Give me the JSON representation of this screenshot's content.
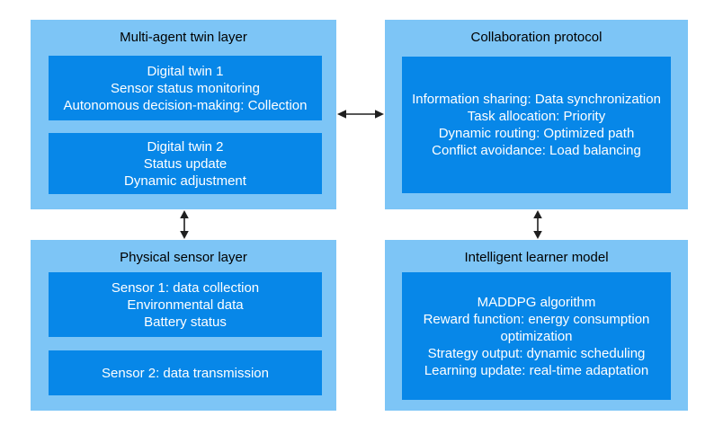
{
  "colors": {
    "container_bg": "#7DC5F6",
    "box_bg": "#0787E8",
    "box_text": "#FFFFFF",
    "title_text": "#000000",
    "arrow": "#1F1F1F",
    "page_bg": "#FFFFFF"
  },
  "panels": {
    "multi_agent": {
      "title": "Multi-agent twin layer",
      "boxes": [
        {
          "lines": [
            "Digital twin 1",
            "Sensor status monitoring",
            "Autonomous decision-making: Collection"
          ]
        },
        {
          "lines": [
            "Digital twin 2",
            "Status update",
            "Dynamic adjustment"
          ]
        }
      ]
    },
    "collaboration": {
      "title": "Collaboration protocol",
      "boxes": [
        {
          "lines": [
            "Information sharing: Data synchronization",
            "Task allocation: Priority",
            "Dynamic routing: Optimized path",
            "Conflict avoidance: Load balancing"
          ]
        }
      ]
    },
    "physical": {
      "title": "Physical sensor layer",
      "boxes": [
        {
          "lines": [
            "Sensor 1: data collection",
            "Environmental data",
            "Battery status"
          ]
        },
        {
          "lines": [
            "Sensor 2: data transmission"
          ]
        }
      ]
    },
    "learner": {
      "title": "Intelligent learner model",
      "boxes": [
        {
          "lines": [
            "MADDPG algorithm",
            "Reward function: energy consumption optimization",
            "Strategy output: dynamic scheduling",
            "Learning update: real-time adaptation"
          ]
        }
      ]
    }
  },
  "arrows": [
    {
      "name": "multi-agent-collaboration",
      "orientation": "horizontal",
      "style": "double-headed"
    },
    {
      "name": "multi-agent-physical",
      "orientation": "vertical",
      "style": "double-headed"
    },
    {
      "name": "collaboration-learner",
      "orientation": "vertical",
      "style": "double-headed"
    }
  ]
}
